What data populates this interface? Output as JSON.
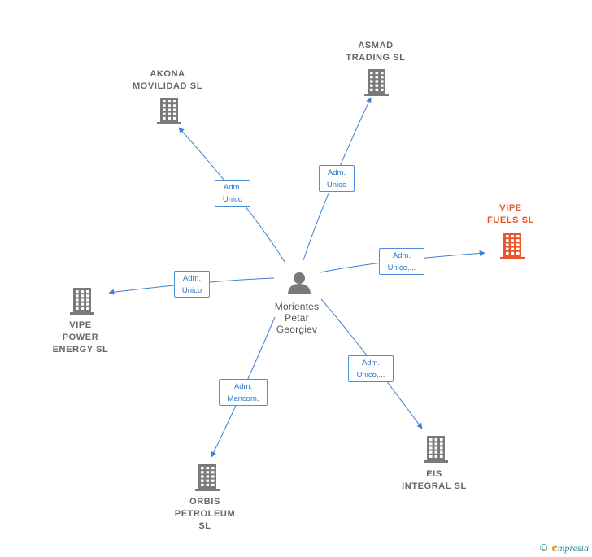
{
  "colors": {
    "edge": "#3b80d4",
    "building": "#7a7a7a",
    "building_highlight": "#e8542c",
    "person": "#7a7a7a",
    "label": "#666666"
  },
  "center": {
    "name_lines": [
      "Morientes",
      "Petar",
      "Georgiev"
    ],
    "icon": "person-icon"
  },
  "companies": [
    {
      "id": "akona",
      "name_lines": [
        "AKONA",
        "MOVILIDAD  SL"
      ],
      "role_lines": [
        "Adm.",
        "Unico"
      ],
      "highlight": false,
      "icon": "building-icon"
    },
    {
      "id": "asmad",
      "name_lines": [
        "ASMAD",
        "TRADING  SL"
      ],
      "role_lines": [
        "Adm.",
        "Unico"
      ],
      "highlight": false,
      "icon": "building-icon"
    },
    {
      "id": "vipe-fuels",
      "name_lines": [
        "VIPE",
        "FUELS  SL"
      ],
      "role_lines": [
        "Adm.",
        "Unico,..."
      ],
      "highlight": true,
      "icon": "building-icon"
    },
    {
      "id": "vipe-power",
      "name_lines": [
        "VIPE",
        "POWER",
        "ENERGY  SL"
      ],
      "role_lines": [
        "Adm.",
        "Unico"
      ],
      "highlight": false,
      "icon": "building-icon"
    },
    {
      "id": "eis",
      "name_lines": [
        "EIS",
        "INTEGRAL SL"
      ],
      "role_lines": [
        "Adm.",
        "Unico,..."
      ],
      "highlight": false,
      "icon": "building-icon"
    },
    {
      "id": "orbis",
      "name_lines": [
        "ORBIS",
        "PETROLEUM",
        "SL"
      ],
      "role_lines": [
        "Adm.",
        "Mancom."
      ],
      "highlight": false,
      "icon": "building-icon"
    }
  ],
  "footer": {
    "copyright": "©",
    "brand_initial": "e",
    "brand_rest": "mpresia"
  }
}
